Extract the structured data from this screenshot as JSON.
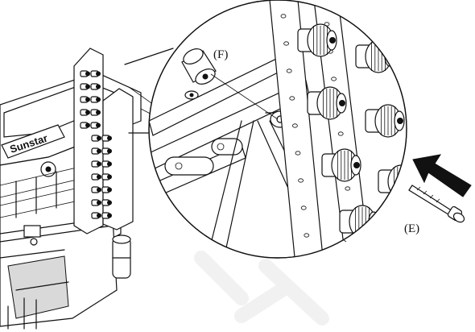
{
  "labels": {
    "part_f": "(F)",
    "part_e": "(E)"
  },
  "machine": {
    "brand": "Sunstar"
  },
  "colors": {
    "line": "#111111",
    "fill": "#ffffff",
    "shade": "#d9d9d9",
    "watermark": "#f1f1f1"
  }
}
